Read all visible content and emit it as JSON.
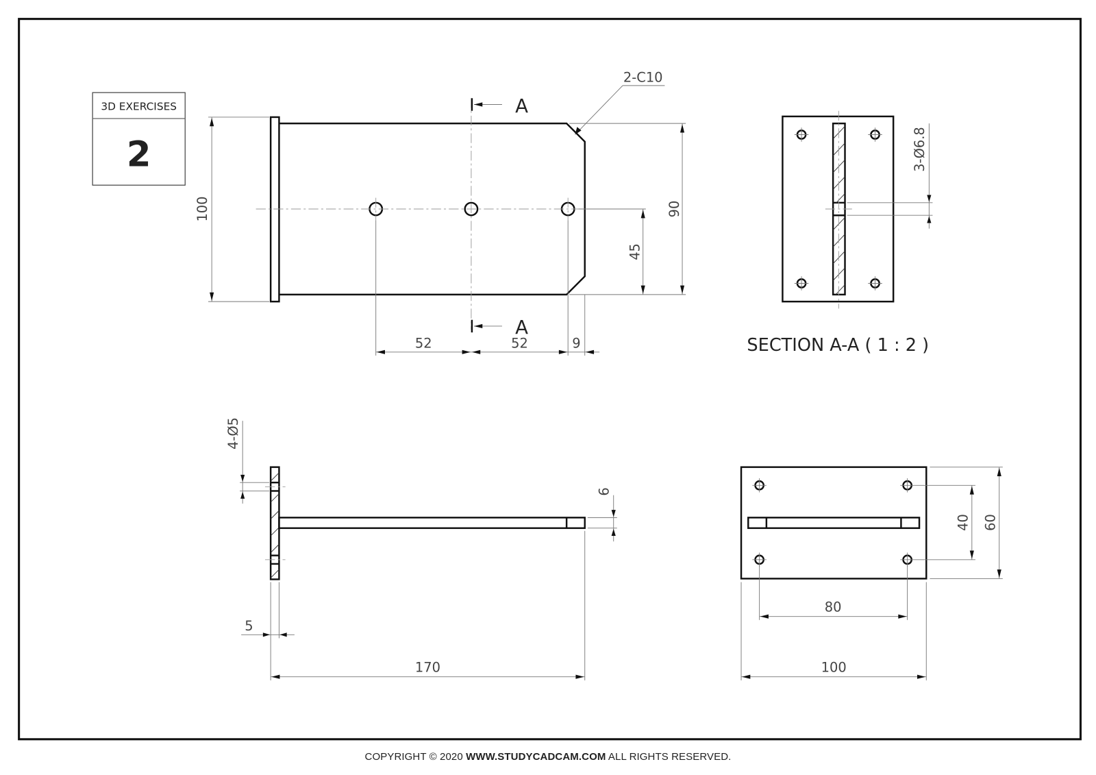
{
  "title_block": {
    "header": "3D EXERCISES",
    "number": "2"
  },
  "front_view": {
    "chamfer_note": "2-C10",
    "section_marker_top": "A",
    "section_marker_bottom": "A",
    "dims": {
      "overall_height": "100",
      "body_height": "90",
      "hole_height": "45",
      "hole_spacing_1": "52",
      "hole_spacing_2": "52",
      "end_offset": "9"
    }
  },
  "section_view": {
    "title": "SECTION A-A ( 1 : 2 )",
    "hole_note": "3-Ø6.8"
  },
  "side_view": {
    "hole_note": "4-Ø5",
    "dims": {
      "plate_thickness": "5",
      "rib_thickness": "6",
      "overall_length": "170"
    }
  },
  "plan_view": {
    "dims": {
      "hole_spacing_vertical": "40",
      "overall_height": "60",
      "hole_spacing_horizontal": "80",
      "overall_width": "100"
    }
  },
  "footer": {
    "prefix": "COPYRIGHT © 2020 ",
    "site": "WWW.STUDYCADCAM.COM",
    "suffix": " ALL RIGHTS RESERVED."
  },
  "colors": {
    "line": "#111111",
    "dimension": "#777777",
    "background": "#ffffff"
  }
}
